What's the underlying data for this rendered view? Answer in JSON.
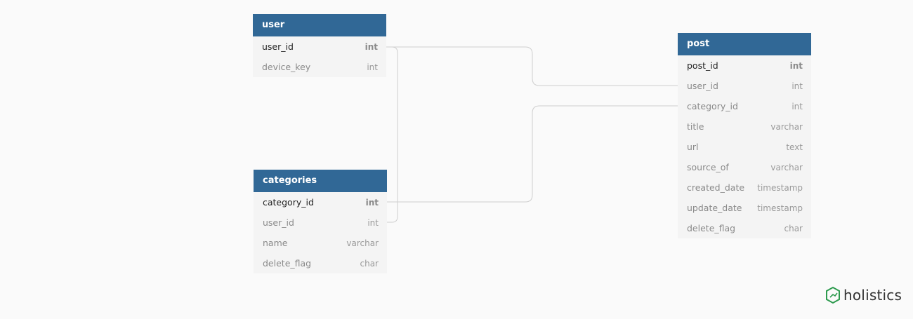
{
  "tables": {
    "user": {
      "title": "user",
      "fields": [
        {
          "name": "user_id",
          "type": "int"
        },
        {
          "name": "device_key",
          "type": "int"
        }
      ]
    },
    "categories": {
      "title": "categories",
      "fields": [
        {
          "name": "category_id",
          "type": "int"
        },
        {
          "name": "user_id",
          "type": "int"
        },
        {
          "name": "name",
          "type": "varchar"
        },
        {
          "name": "delete_flag",
          "type": "char"
        }
      ]
    },
    "post": {
      "title": "post",
      "fields": [
        {
          "name": "post_id",
          "type": "int"
        },
        {
          "name": "user_id",
          "type": "int"
        },
        {
          "name": "category_id",
          "type": "int"
        },
        {
          "name": "title",
          "type": "varchar"
        },
        {
          "name": "url",
          "type": "text"
        },
        {
          "name": "source_of",
          "type": "varchar"
        },
        {
          "name": "created_date",
          "type": "timestamp"
        },
        {
          "name": "update_date",
          "type": "timestamp"
        },
        {
          "name": "delete_flag",
          "type": "char"
        }
      ]
    }
  },
  "brand": {
    "name": "holistics",
    "icon": "holistics-logo-icon",
    "color": "#2e9b4f"
  },
  "colors": {
    "header": "#316896",
    "link": "#cfcfcf"
  }
}
